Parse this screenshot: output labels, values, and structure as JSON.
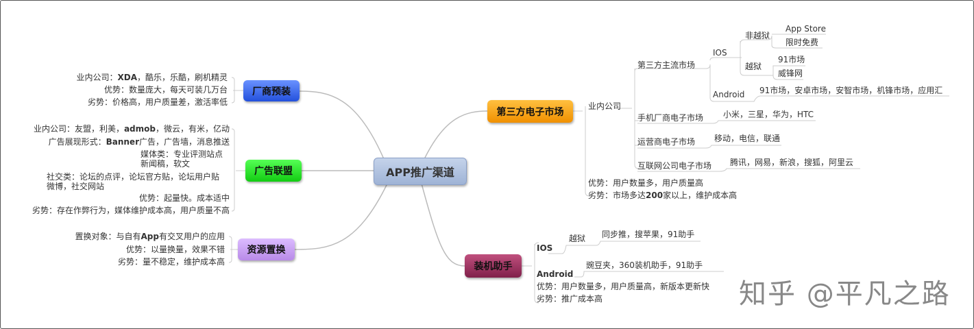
{
  "center": "APP推广渠道",
  "branches": {
    "oem": {
      "label": "厂商预装",
      "color": "#3f6ff0",
      "items": [
        "业内公司：XDA，酷乐，乐酷，刷机精灵",
        "优势：数量庞大，每天可装几万台",
        "劣势：价格高，用户质量差，激活率低"
      ]
    },
    "adnet": {
      "label": "广告联盟",
      "color": "#22dd22",
      "items": [
        "业内公司：友盟，利美，admob，微云，有米，亿动",
        "广告展现形式：Banner广告，广告墙，消息推送",
        "媒体类：专业评测站点",
        "新闻稿，软文",
        "社交类：论坛的点评，论坛官方贴，论坛用户贴",
        "微博，社交网站",
        "优势：起量快。成本适中",
        "劣势：存在作弊行为，媒体维护成本高，用户质量不高"
      ]
    },
    "swap": {
      "label": "资源置换",
      "color": "#c89cf0",
      "items": [
        "置换对象：与自有App有交叉用户的应用",
        "优势：以量换量，效果不错",
        "劣势：量不稳定，维护成本高"
      ]
    },
    "market": {
      "label": "第三方电子市场",
      "color": "#f5a000",
      "company": "业内公司",
      "mainstream": "第三方主流市场",
      "ios": "IOS",
      "nonjb": "非越狱",
      "appstore": "App Store",
      "free": "限时免费",
      "jb": "越狱",
      "m91": "91市场",
      "weifeng": "威锋网",
      "android": "Android",
      "android_list": "91市场，安卓市场，安智市场，机锋市场，应用汇",
      "oem_market": "手机厂商电子市场",
      "oem_list": "小米，三星，华为，HTC",
      "carrier": "运营商电子市场",
      "carrier_list": "移动，电信，联通",
      "internet": "互联网公司电子市场",
      "internet_list": "腾讯，网易，新浪，搜狐，阿里云",
      "pro": "优势：用户数量多，用户质量高",
      "con": "劣势：市场多达200家以上，维护成本高"
    },
    "installer": {
      "label": "装机助手",
      "color": "#9a2a5a",
      "ios": "IOS",
      "jb": "越狱",
      "jb_list": "同步推，搜苹果，91助手",
      "android": "Android",
      "android_list": "豌豆夹，360装机助手，91助手",
      "pro": "优势：用户数量多，用户质量高，新版本更新快",
      "con": "劣势：推广成本高"
    }
  },
  "watermark": "知乎 @平凡之路"
}
